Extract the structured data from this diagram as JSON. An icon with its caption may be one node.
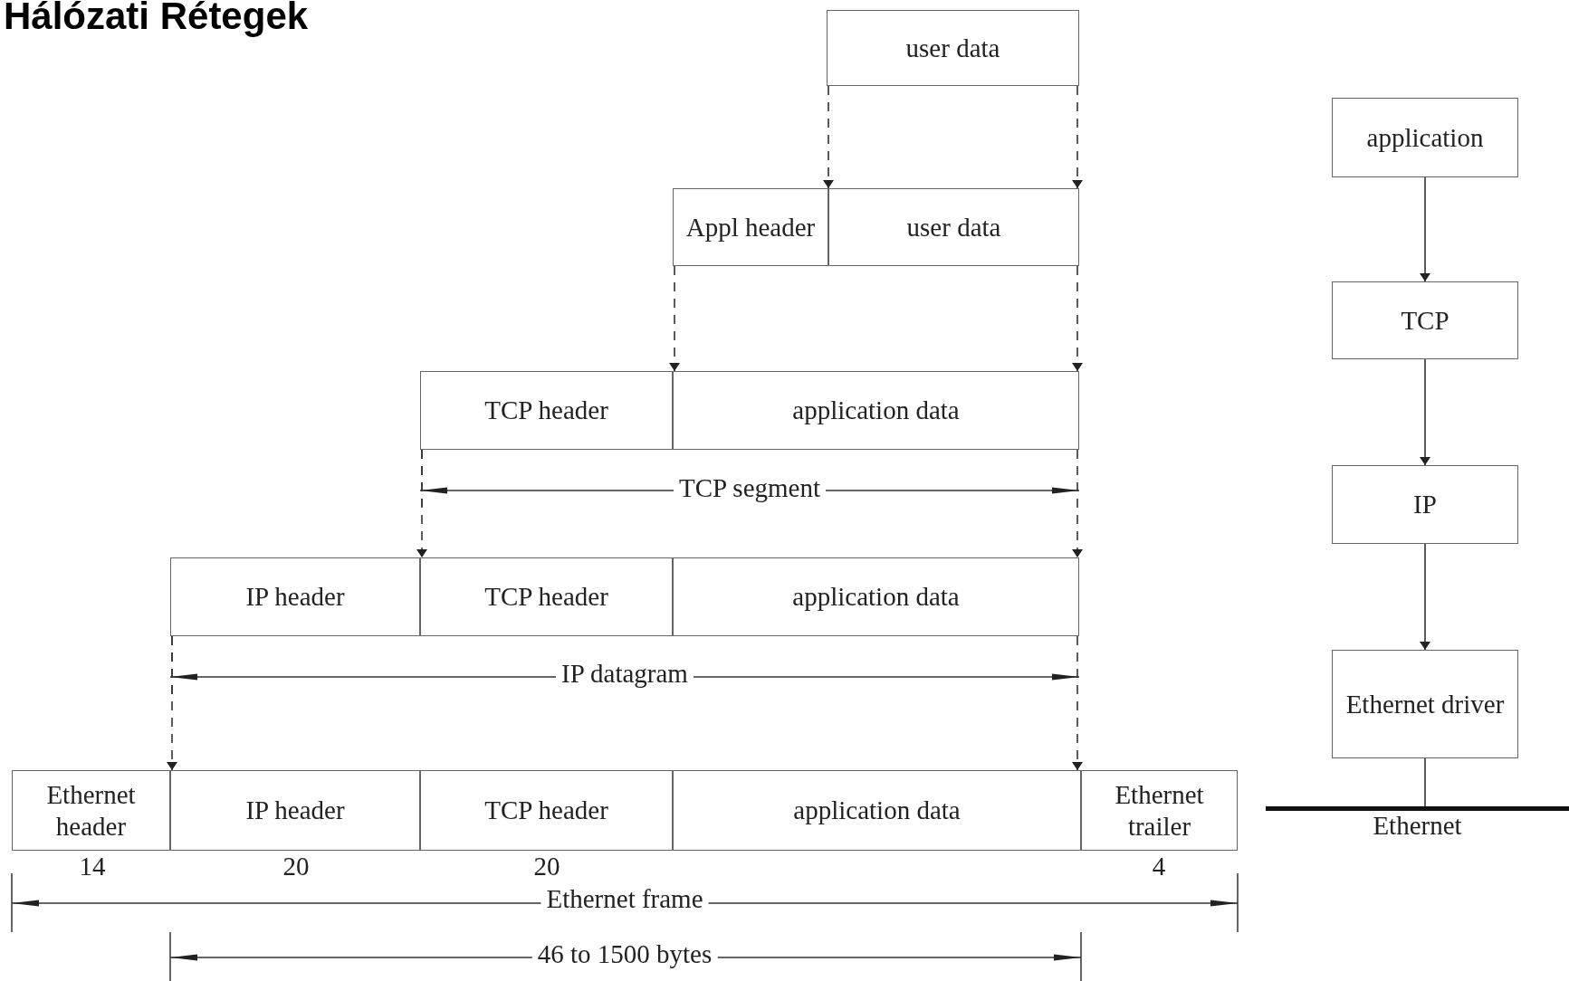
{
  "diagram": {
    "title": "Hálózati Rétegek",
    "nodes": [
      {
        "text": [
          "user data"
        ]
      },
      {
        "text": [
          "Appl header"
        ]
      },
      {
        "text": [
          "user data"
        ]
      },
      {
        "text": [
          "TCP header"
        ]
      },
      {
        "text": [
          "application data"
        ]
      },
      {
        "text": [
          "IP header"
        ]
      },
      {
        "text": [
          "TCP header"
        ]
      },
      {
        "text": [
          "application data"
        ]
      },
      {
        "text": [
          "Ethernet header"
        ]
      },
      {
        "text": [
          "IP header"
        ]
      },
      {
        "text": [
          "TCP header"
        ]
      },
      {
        "text": [
          "application data"
        ]
      },
      {
        "text": [
          "Ethernet trailer"
        ]
      },
      {
        "text": [
          "application"
        ]
      },
      {
        "text": [
          "TCP"
        ]
      },
      {
        "text": [
          "IP"
        ]
      },
      {
        "text": [
          "Ethernet driver"
        ]
      },
      {
        "text": [
          "Ethernet"
        ]
      }
    ],
    "edges": [
      {
        "from": 0,
        "to": 2,
        "arrow": "to",
        "style": "dashed"
      },
      {
        "from": 0,
        "to": 2,
        "arrow": "to",
        "style": "dashed"
      },
      {
        "from": 1,
        "to": 4,
        "arrow": "to",
        "style": "dashed"
      },
      {
        "from": 2,
        "to": 4,
        "arrow": "to",
        "style": "dashed"
      },
      {
        "from": 3,
        "to": 6,
        "arrow": "to",
        "style": "dashed"
      },
      {
        "from": 4,
        "to": 7,
        "arrow": "to",
        "style": "dashed"
      },
      {
        "from": 5,
        "to": 9,
        "arrow": "to",
        "style": "dashed"
      },
      {
        "from": 7,
        "to": 11,
        "arrow": "to",
        "style": "dashed"
      },
      {
        "from": 13,
        "to": 14,
        "arrow": "to"
      },
      {
        "from": 14,
        "to": 15,
        "arrow": "to"
      },
      {
        "from": 15,
        "to": 16,
        "arrow": "to"
      },
      {
        "from": 16,
        "to": 17,
        "arrow": "none"
      }
    ],
    "labels": [
      "TCP segment",
      "IP datagram",
      "14",
      "20",
      "20",
      "4",
      "Ethernet frame",
      "46 to 1500 bytes"
    ]
  }
}
